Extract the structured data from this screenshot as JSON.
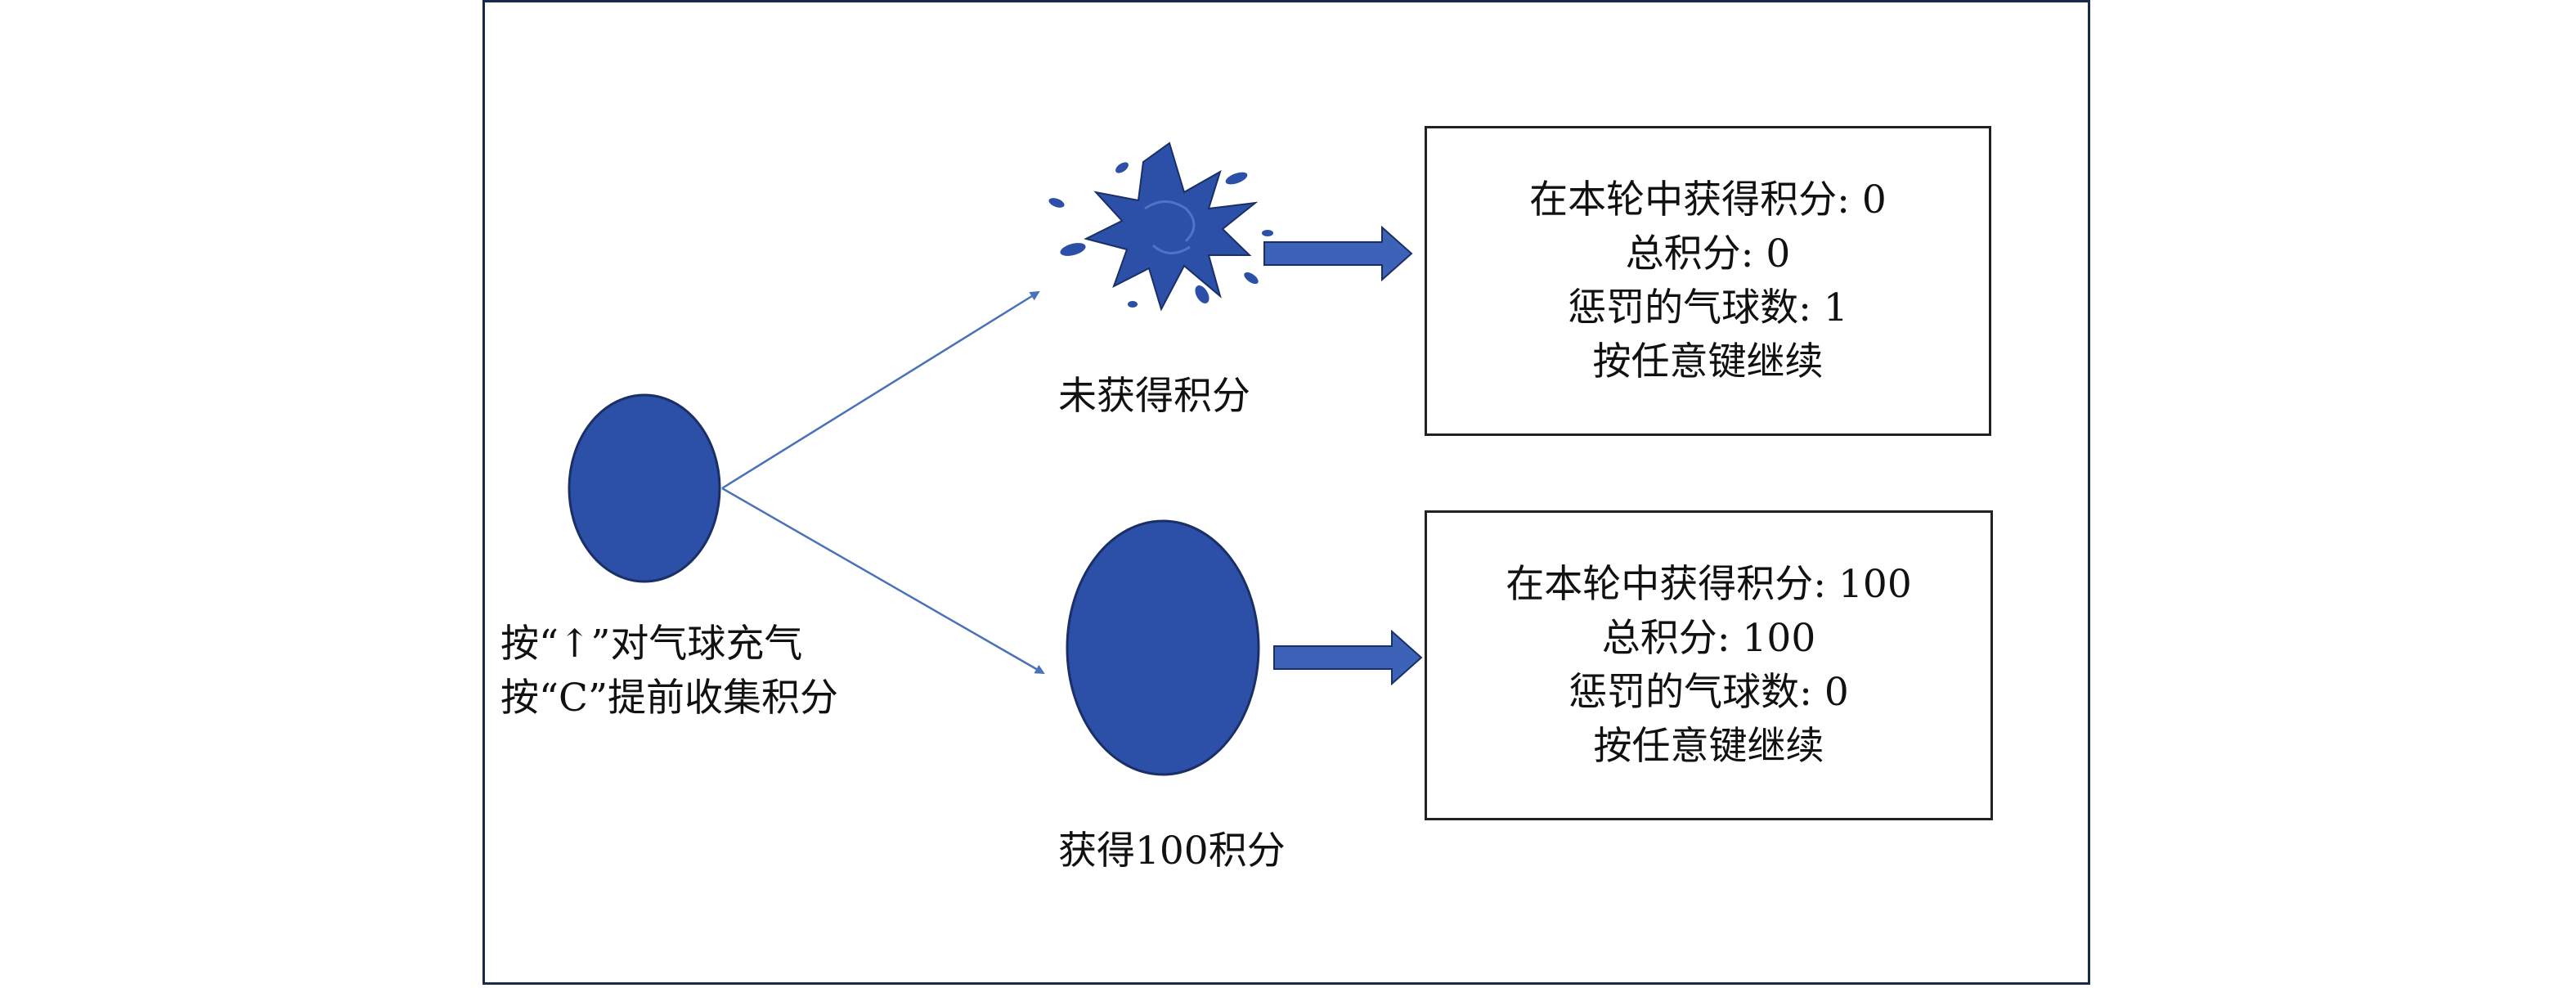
{
  "instructions": {
    "inflate": "按“↑”对气球充气",
    "collect": "按“C”提前收集积分"
  },
  "outcomes": {
    "burst": {
      "label": "未获得积分",
      "box_lines": [
        "在本轮中获得积分: 0",
        "总积分: 0",
        "惩罚的气球数: 1",
        "按任意键继续"
      ]
    },
    "collected": {
      "label": "获得100积分",
      "box_lines": [
        "在本轮中获得积分: 100",
        "总积分: 100",
        "惩罚的气球数: 0",
        "按任意键继续"
      ]
    }
  },
  "colors": {
    "balloon": "#2c4fa8",
    "balloon_stroke": "#1a2f66",
    "arrow_thin": "#4a72b8",
    "block_arrow": "#3d63b8",
    "frame": "#1a2a4a"
  },
  "icons": {
    "start": "balloon-icon",
    "burst": "burst-balloon-icon",
    "collected": "inflated-balloon-icon"
  }
}
